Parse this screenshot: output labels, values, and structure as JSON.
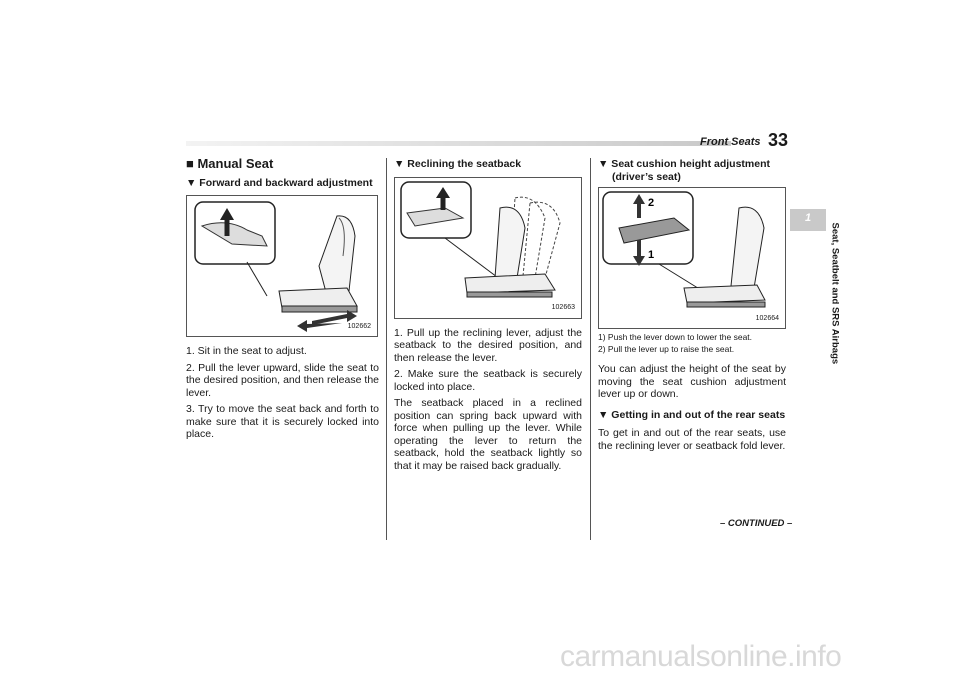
{
  "header": {
    "section_title": "Front Seats",
    "page_number": "33"
  },
  "side_tab": {
    "chapter_number": "1",
    "chapter_title": "Seat, Seatbelt and SRS Airbags"
  },
  "col1": {
    "section_heading": "■ Manual Seat",
    "sub_heading": "▼ Forward and backward adjustment",
    "figure_id": "102662",
    "steps": [
      "1.  Sit in the seat to adjust.",
      "2.  Pull the lever upward, slide the seat to the desired position, and then release the lever.",
      "3.  Try to move the seat back and forth to make sure that it is securely locked into place."
    ]
  },
  "col2": {
    "sub_heading": "▼ Reclining the seatback",
    "figure_id": "102663",
    "paragraphs": [
      "1.  Pull up the reclining lever, adjust the seatback to the desired position, and then release the lever.",
      "2.  Make sure the seatback is securely locked into place.",
      "The seatback placed in a reclined position can spring back upward with force when pulling up the lever. While operating the lever to return the seatback, hold the seatback lightly so that it may be raised back gradually."
    ]
  },
  "col3": {
    "sub_heading_line1": "▼ Seat cushion height adjustment",
    "sub_heading_line2": "(driver’s seat)",
    "figure_id": "102664",
    "callout_1": "1",
    "callout_2": "2",
    "notes": [
      "1)  Push the lever down to lower the seat.",
      "2)  Pull the lever up to raise the seat."
    ],
    "paragraph": "You can adjust the height of the seat by moving the seat cushion adjustment lever up or down.",
    "sub_heading_2": "▼ Getting in and out of the rear seats",
    "paragraph_2": "To get in and out of the rear seats, use the reclining lever or seatback fold lever."
  },
  "footer": {
    "continued": "– CONTINUED –",
    "watermark": "carmanualsonline.info"
  }
}
